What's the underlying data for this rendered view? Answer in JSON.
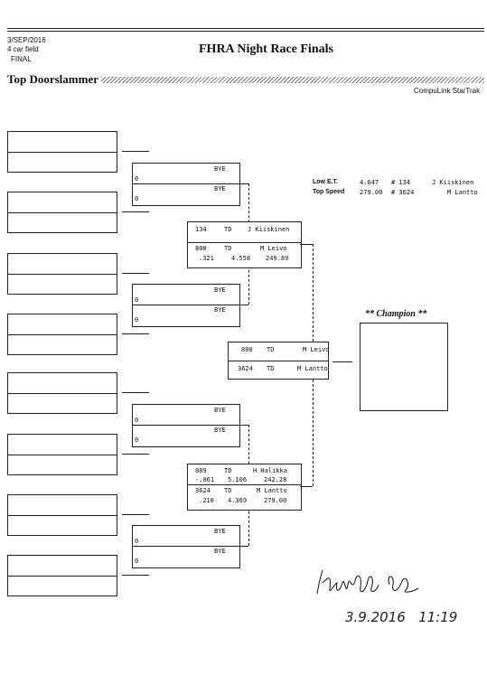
{
  "header": {
    "date": "3/SEP/2016",
    "field": "4 car field",
    "round": "FINAL",
    "title": "FHRA Night Race Finals",
    "class_name": "Top Doorslammer",
    "software": "CompuLink StarTrak"
  },
  "records": {
    "low_et_label": "Low  E.T.",
    "low_et_value": "4.647",
    "low_et_car": "# 134",
    "low_et_driver": "J Kiiskinen",
    "top_speed_label": "Top Speed",
    "top_speed_value": "279.00",
    "top_speed_car": "# 3624",
    "top_speed_driver": "M Lantto"
  },
  "round2": [
    {
      "top_label": "BYE",
      "bottom_label": "BYE",
      "top_zero": "0",
      "bottom_zero": "0"
    },
    {
      "top_label": "BYE",
      "bottom_label": "BYE",
      "top_zero": "0",
      "bottom_zero": "0"
    },
    {
      "top_label": "BYE",
      "bottom_label": "BYE",
      "top_zero": "0",
      "bottom_zero": "0"
    },
    {
      "top_label": "BYE",
      "bottom_label": "BYE",
      "top_zero": "0",
      "bottom_zero": "0"
    }
  ],
  "semi": [
    {
      "top": {
        "car": "134",
        "tree": "TD",
        "driver": "J Kiiskinen"
      },
      "bottom": {
        "car": "800",
        "tree": "TD",
        "driver": "M Leivo",
        "rt": ".321",
        "et": "4.558",
        "mph": "249.89"
      }
    },
    {
      "top": {
        "car": "889",
        "tree": "TD",
        "driver": "H Halikka",
        "rt": "-.061",
        "et": "5.106",
        "mph": "242.28"
      },
      "bottom": {
        "car": "3624",
        "tree": "TD",
        "driver": "M Lantto",
        "rt": ".210",
        "et": "4.369",
        "mph": "279.00"
      }
    }
  ],
  "final": {
    "top": {
      "car": "800",
      "tree": "TD",
      "driver": "M Leivo"
    },
    "bottom": {
      "car": "3624",
      "tree": "TD",
      "driver": "M Lantto"
    }
  },
  "champion": {
    "label": "** Champion **"
  },
  "signature": {
    "date_time": "3.9.2016   11:19"
  }
}
